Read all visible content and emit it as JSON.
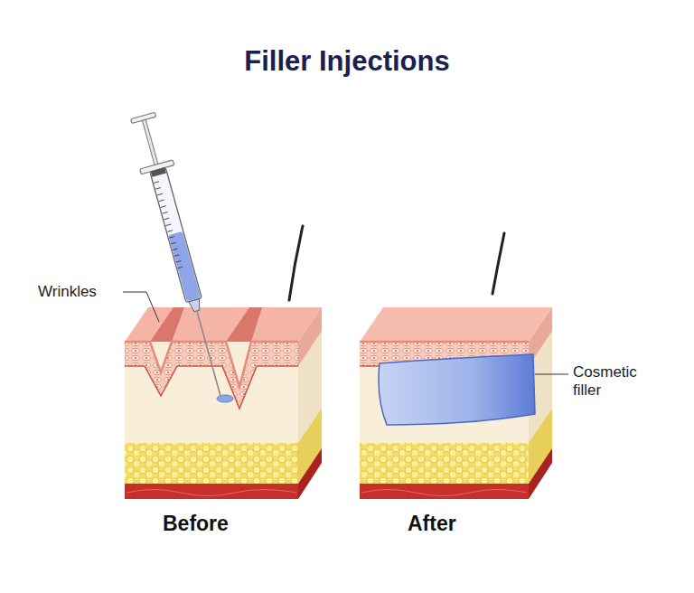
{
  "diagram": {
    "title": "Filler Injections",
    "labels": [
      "Wrinkles",
      "Cosmetic filler",
      "Before",
      "After"
    ]
  }
}
